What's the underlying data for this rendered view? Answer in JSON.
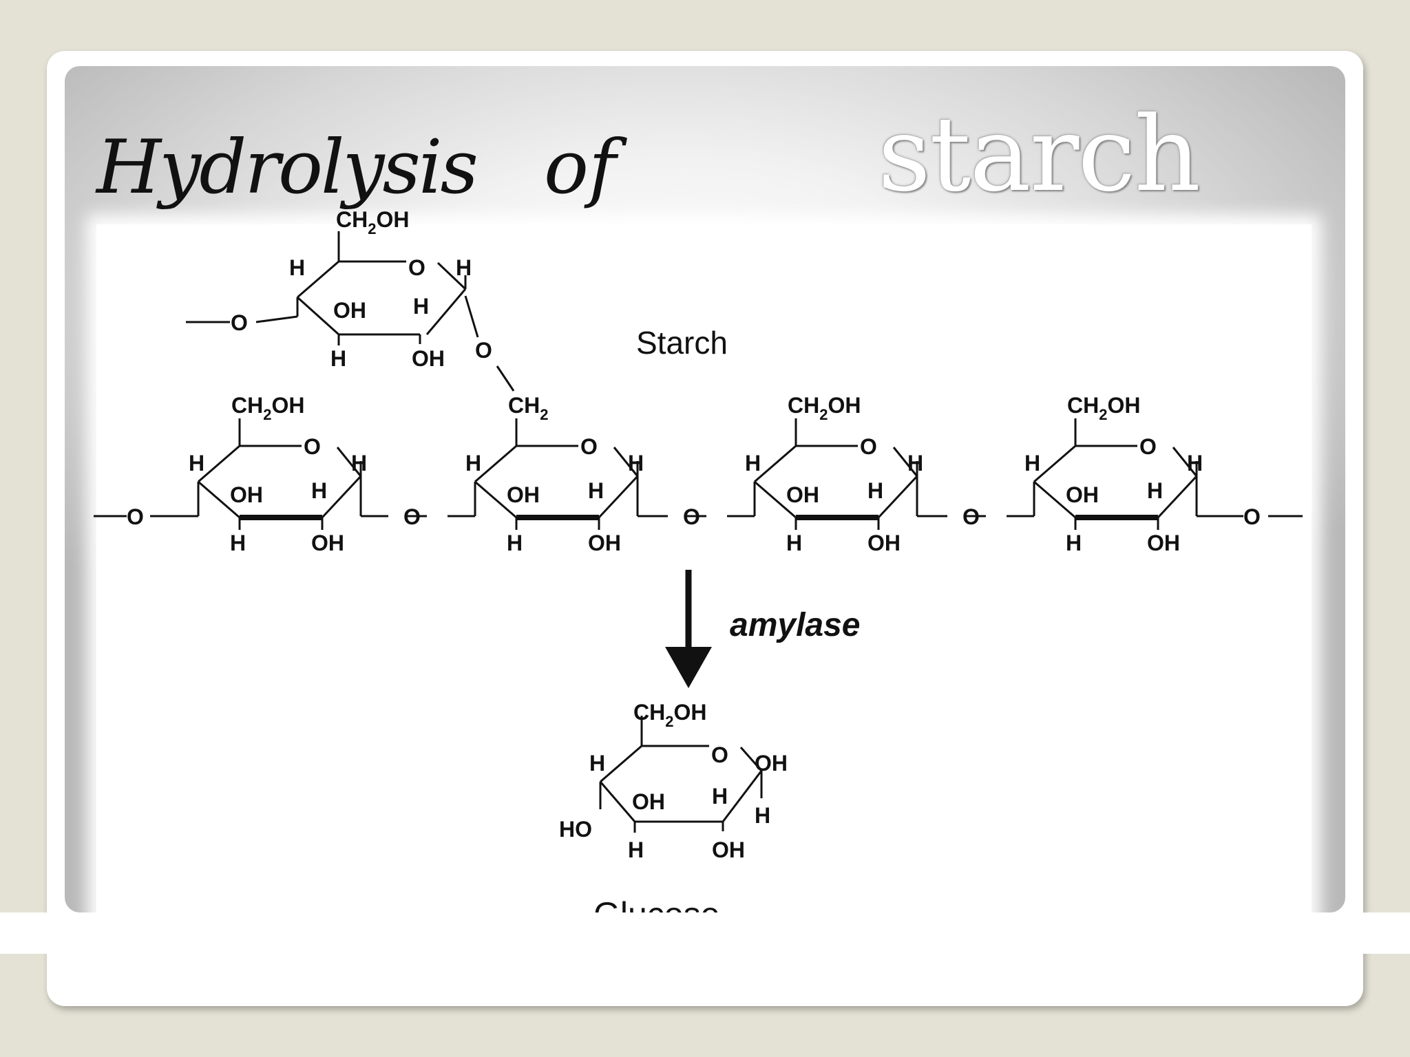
{
  "slide": {
    "title_word1": "Hydrolysis",
    "title_word2": "of",
    "title_word3": "starch"
  },
  "diagram": {
    "starch_label": "Starch",
    "enzyme_label": "amylase",
    "product_label": "Glucose",
    "atoms": {
      "h": "H",
      "o": "O",
      "oh": "OH",
      "ho": "HO",
      "ch2oh": "CH",
      "ch2": "CH",
      "sub2": "2",
      "oh_suffix": "OH"
    }
  }
}
